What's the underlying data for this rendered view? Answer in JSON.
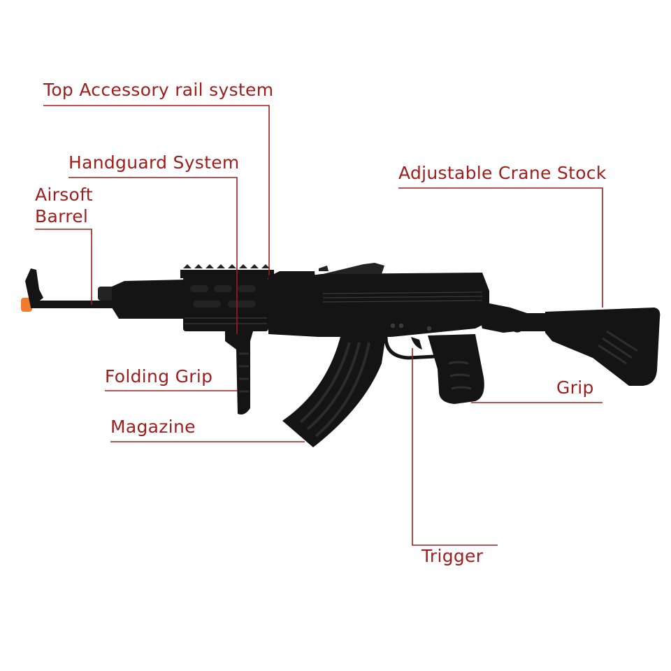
{
  "title": "",
  "colors": {
    "callout": "#a01d1d",
    "rifle_body": "#141414",
    "muzzle_tip": "#f07a2e",
    "background": "#ffffff"
  },
  "callouts": {
    "top_rail": "Top Accessory rail system",
    "handguard": "Handguard System",
    "barrel_line1": "Airsoft",
    "barrel_line2": "Barrel",
    "stock": "Adjustable Crane Stock",
    "folding_grip": "Folding Grip",
    "magazine": "Magazine",
    "grip": "Grip",
    "trigger": "Trigger"
  }
}
